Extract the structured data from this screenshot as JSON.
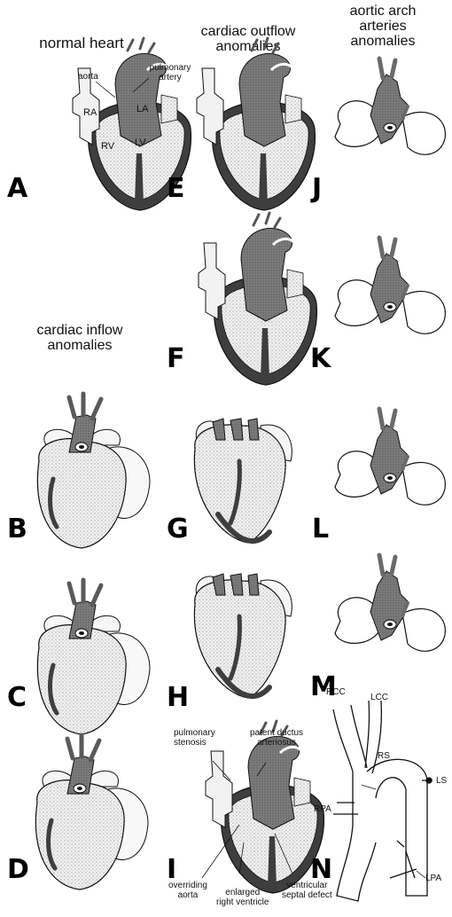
{
  "columns": {
    "normal": [
      "normal heart"
    ],
    "outflow": [
      "cardiac outflow",
      "anomalies"
    ],
    "arch": [
      "aortic arch",
      "arteries",
      "anomalies"
    ],
    "inflow": [
      "cardiac inflow",
      "anomalies"
    ]
  },
  "panels": {
    "A": "A",
    "B": "B",
    "C": "C",
    "D": "D",
    "E": "E",
    "F": "F",
    "G": "G",
    "H": "H",
    "I": "I",
    "J": "J",
    "K": "K",
    "L": "L",
    "M": "M",
    "N": "N"
  },
  "normal_labels": {
    "aorta": "aorta",
    "pulmonary_artery": [
      "pulmonary",
      "artery"
    ],
    "ra": "RA",
    "la": "LA",
    "rv": "RV",
    "lv": "LV"
  },
  "tetralogy_labels": {
    "pulmonary_stenosis": [
      "pulmonary",
      "stenosis"
    ],
    "patent_ductus": [
      "patent ductus",
      "arteriosus"
    ],
    "overriding_aorta": [
      "overriding",
      "aorta"
    ],
    "enlarged_rv": [
      "enlarged",
      "right ventricle"
    ],
    "vsd": [
      "ventricular",
      "septal defect"
    ]
  },
  "arch_labels": {
    "rcc": "RCC",
    "lcc": "LCC",
    "rs": "RS",
    "ls": "LS",
    "rpa": "RPA",
    "lpa": "LPA"
  },
  "colors": {
    "vessel": "#7a7a7a",
    "myocardium": "#3e3e3e",
    "chamber": "#e4e4e4",
    "outline": "#111111"
  }
}
